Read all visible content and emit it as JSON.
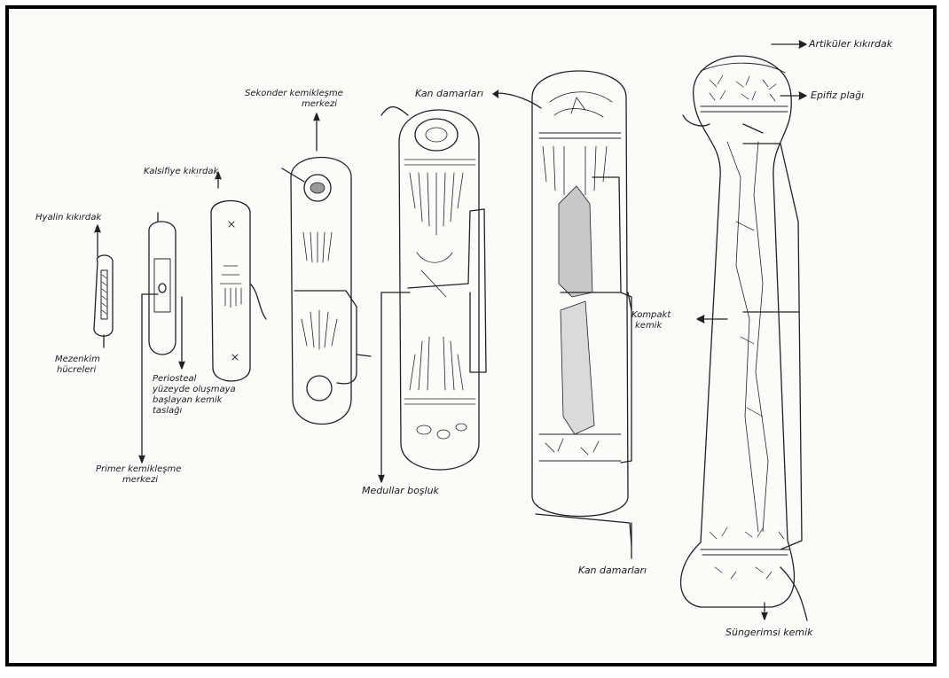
{
  "labels": {
    "hyalin_kikirdak": "Hyalin kıkırdak",
    "mezenkim_hucreleri_1": "Mezenkim",
    "mezenkim_hucreleri_2": "hücreleri",
    "kalsifiye_kikirdak": "Kalsifiye kıkırdak",
    "periosteal_1": "Periosteal",
    "periosteal_2": "yüzeyde oluşmaya",
    "periosteal_3": "başlayan kemik",
    "periosteal_4": "taslağı",
    "primer_1": "Primer kemikleşme",
    "primer_2": "merkezi",
    "sekonder_1": "Sekonder kemikleşme",
    "sekonder_2": "merkezi",
    "kan_damarlari_top": "Kan damarları",
    "medullar_bosluk": "Medullar boşluk",
    "kan_damarlari_bottom": "Kan damarları",
    "kompakt_1": "Kompakt",
    "kompakt_2": "kemik",
    "artikuler_kikirdak": "Artiküler kıkırdak",
    "epifiz_plagi": "Epifiz plağı",
    "sungerimsi_kemik": "Süngerimsi kemik"
  }
}
